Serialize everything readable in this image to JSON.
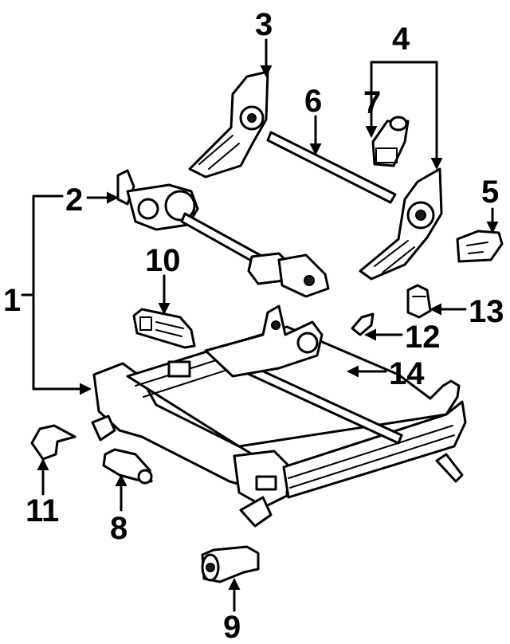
{
  "callouts": {
    "c1": "1",
    "c2": "2",
    "c3": "3",
    "c4": "4",
    "c5": "5",
    "c6": "6",
    "c7": "7",
    "c8": "8",
    "c9": "9",
    "c10": "10",
    "c11": "11",
    "c12": "12",
    "c13": "13",
    "c14": "14"
  },
  "style": {
    "line_color": "#000000",
    "background": "#ffffff"
  }
}
